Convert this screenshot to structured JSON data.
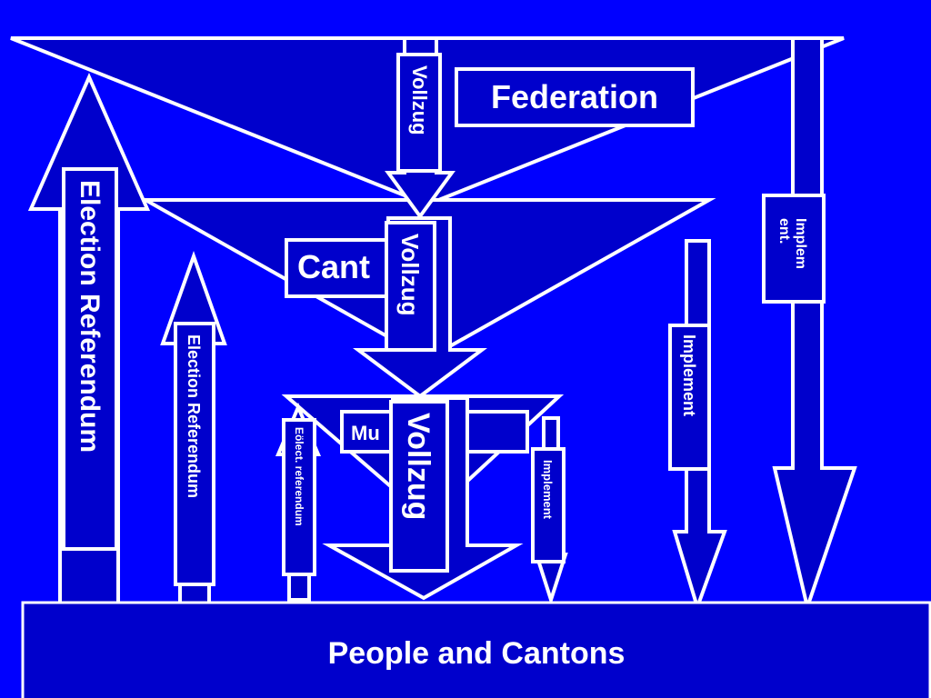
{
  "diagram": {
    "levels": {
      "federation": "Federation",
      "cantons": "Cant",
      "municipalities": "Mu      plali."
    },
    "base": "People and Cantons",
    "downward": {
      "top": "Vollzug",
      "middle": "Vollzug",
      "bottom": "Vollzug"
    },
    "upward": {
      "outer": "Election Referendum",
      "inner": "Election Referendum",
      "small": "Eölect. referendum"
    },
    "implementation": {
      "far_right_line1": "Implem",
      "far_right_line2": "ent.",
      "right": "Implement",
      "small": "Implement"
    }
  }
}
